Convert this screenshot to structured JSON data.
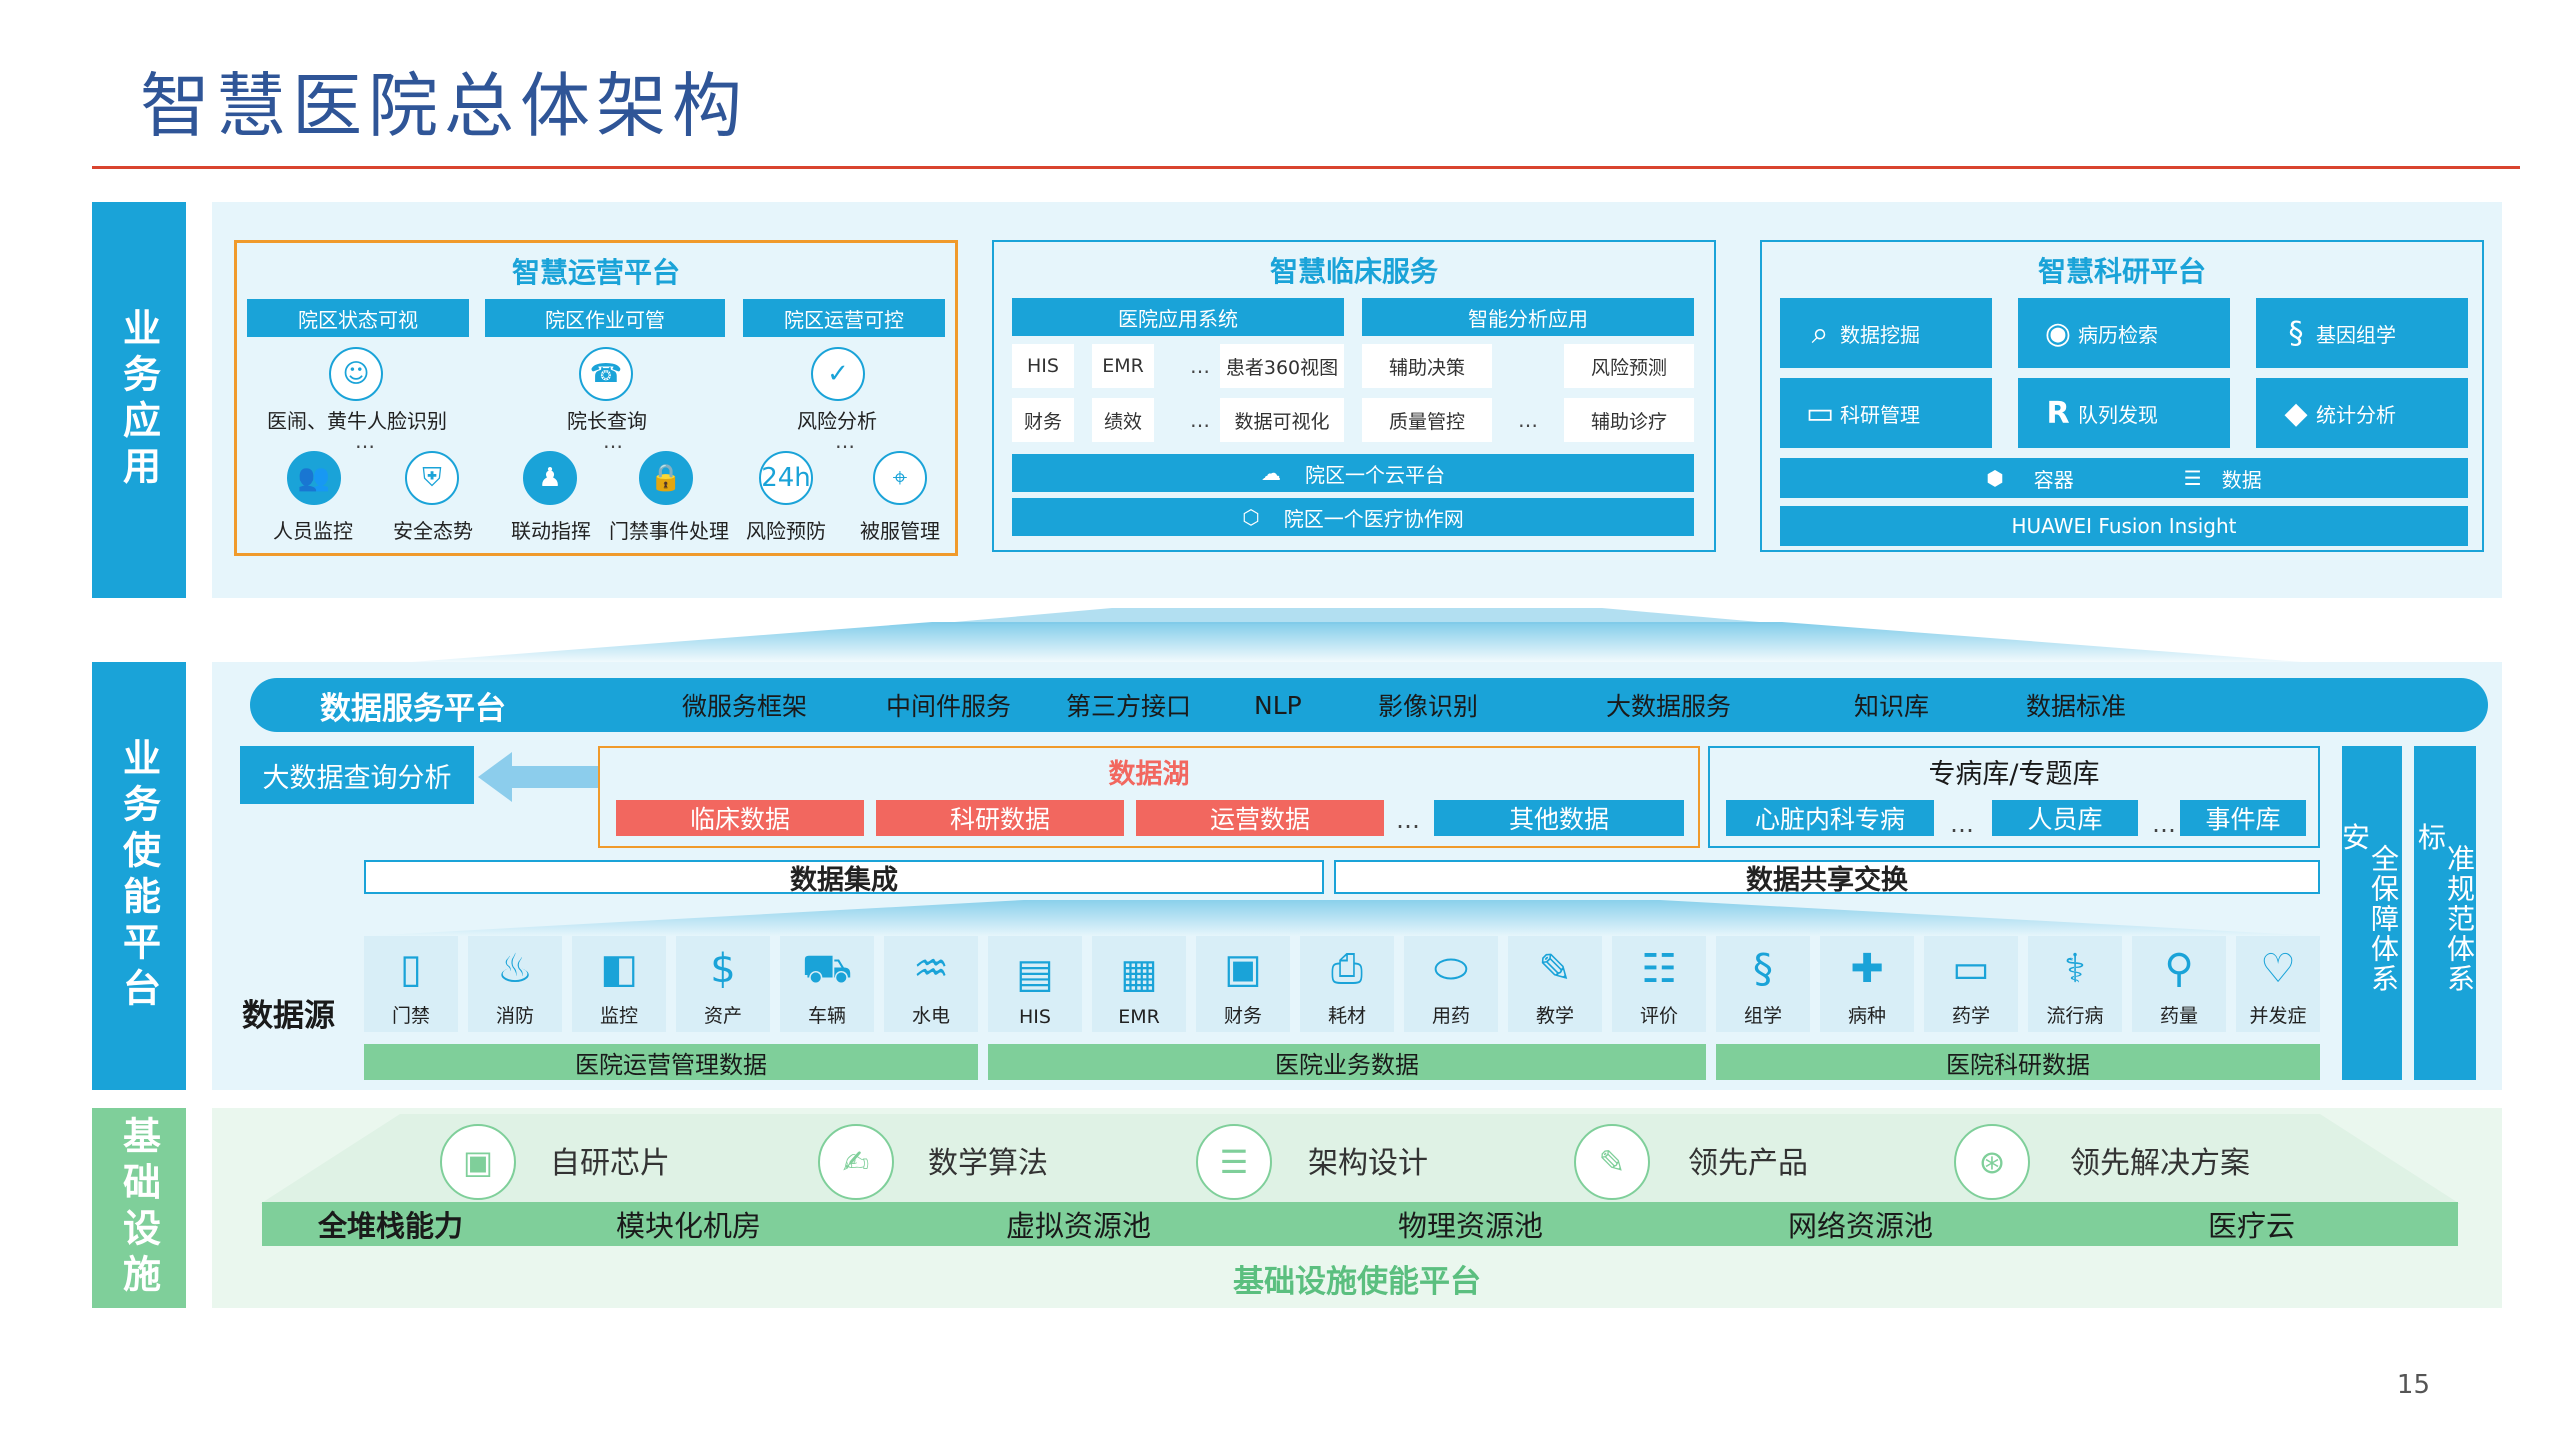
{
  "page": {
    "title": "智慧医院总体架构",
    "page_number": "15"
  },
  "sidebar": {
    "business_app": "业务应用",
    "enable_platform": "业务使能平台",
    "infrastructure": "基础设施"
  },
  "ops": {
    "title": "智慧运营平台",
    "headers": [
      "院区状态可视",
      "院区作业可管",
      "院区运营可控"
    ],
    "row1": [
      "医闹、黄牛人脸识别",
      "院长查询",
      "风险分析"
    ],
    "row2": [
      "人员监控",
      "安全态势",
      "联动指挥",
      "门禁事件处理",
      "风险预防",
      "被服管理"
    ],
    "dots": "…"
  },
  "clinic": {
    "title": "智慧临床服务",
    "header_left": "医院应用系统",
    "header_right": "智能分析应用",
    "left_r1": [
      "HIS",
      "EMR",
      "…",
      "患者360视图"
    ],
    "left_r2": [
      "财务",
      "绩效",
      "…",
      "数据可视化"
    ],
    "right_r1": [
      "辅助决策",
      "风险预测"
    ],
    "right_r2": [
      "质量管控",
      "…",
      "辅助诊疗"
    ],
    "cloud": "院区一个云平台",
    "network": "院区一个医疗协作网"
  },
  "research": {
    "title": "智慧科研平台",
    "tiles": [
      "数据挖掘",
      "病历检索",
      "基因组学",
      "科研管理",
      "队列发现",
      "统计分析"
    ],
    "container": "容器",
    "data": "数据",
    "fusion": "HUAWEI Fusion Insight"
  },
  "service": {
    "title": "数据服务平台",
    "items": [
      "微服务框架",
      "中间件服务",
      "第三方接口",
      "NLP",
      "影像识别",
      "大数据服务",
      "知识库",
      "数据标准"
    ]
  },
  "bigdata_query": "大数据查询分析",
  "lake": {
    "title": "数据湖",
    "items": [
      "临床数据",
      "科研数据",
      "运营数据",
      "…",
      "其他数据"
    ]
  },
  "special": {
    "title": "专病库/专题库",
    "items": [
      "心脏内科专病",
      "…",
      "人员库",
      "…",
      "事件库"
    ]
  },
  "integrate": "数据集成",
  "exchange": "数据共享交换",
  "datasource": {
    "label": "数据源",
    "tiles": [
      "门禁",
      "消防",
      "监控",
      "资产",
      "车辆",
      "水电",
      "HIS",
      "EMR",
      "财务",
      "耗材",
      "用药",
      "教学",
      "评价",
      "组学",
      "病种",
      "药学",
      "流行病",
      "药量",
      "并发症"
    ],
    "groups": [
      "医院运营管理数据",
      "医院业务数据",
      "医院科研数据"
    ]
  },
  "security": {
    "c1": "安",
    "c2": "全保障体系",
    "c3": "标",
    "c4": "准规范体系"
  },
  "infra": {
    "capabilities": [
      "自研芯片",
      "数学算法",
      "架构设计",
      "领先产品",
      "领先解决方案"
    ],
    "fullstack": "全堆栈能力",
    "pools": [
      "模块化机房",
      "虚拟资源池",
      "物理资源池",
      "网络资源池",
      "医疗云"
    ],
    "platform": "基础设施使能平台"
  },
  "colors": {
    "accent": "#1aa3d8",
    "title": "#2f5597",
    "red": "#f2675f",
    "green": "#7fcf9a",
    "orange": "#f09a2b",
    "rule": "#d9442f"
  }
}
